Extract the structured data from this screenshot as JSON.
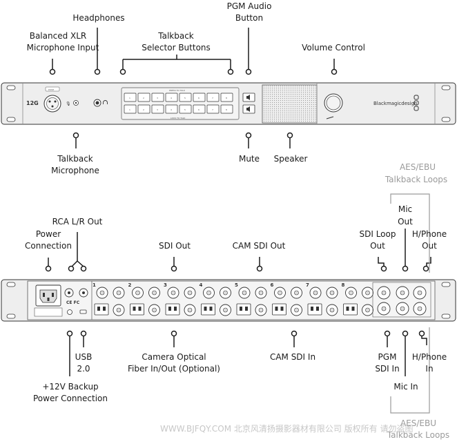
{
  "front_labels": {
    "pgm_audio_button": [
      "PGM Audio",
      "Button"
    ],
    "headphones": [
      "Headphones"
    ],
    "balanced_xlr": [
      "Balanced XLR",
      "Microphone Input"
    ],
    "talkback_selector": [
      "Talkback",
      "Selector Buttons"
    ],
    "volume_control": [
      "Volume Control"
    ],
    "talkback_mic": [
      "Talkback",
      "Microphone"
    ],
    "mute": [
      "Mute"
    ],
    "speaker": [
      "Speaker"
    ]
  },
  "rear_labels": {
    "aes_ebu_top": [
      "AES/EBU",
      "Talkback Loops"
    ],
    "mic_out": [
      "Mic",
      "Out"
    ],
    "rca_out": [
      "RCA L/R Out"
    ],
    "sdi_loop_out": [
      "SDI Loop",
      "Out"
    ],
    "hphone_out": [
      "H/Phone",
      "Out"
    ],
    "power": [
      "Power",
      "Connection"
    ],
    "sdi_out": [
      "SDI Out"
    ],
    "cam_sdi_out": [
      "CAM SDI Out"
    ],
    "usb": [
      "USB",
      "2.0"
    ],
    "camera_optical": [
      "Camera Optical",
      "Fiber In/Out (Optional)"
    ],
    "cam_sdi_in": [
      "CAM SDI In"
    ],
    "pgm_sdi_in": [
      "PGM",
      "SDI In"
    ],
    "hphone_in": [
      "H/Phone",
      "In"
    ],
    "backup_power": [
      "+12V Backup",
      "Power Connection"
    ],
    "mic_in": [
      "Mic In"
    ],
    "aes_ebu_bottom": [
      "AES/EBU",
      "Talkback Loops"
    ]
  },
  "panel_text": {
    "model": "12G",
    "brand": "Blackmagicdesign",
    "push": "PUSH",
    "press_to_talk": "PRESS TO TALK",
    "lock_to_talk": "LOCK TO TALK",
    "channel_numbers": [
      "1",
      "2",
      "3",
      "4",
      "5",
      "6",
      "7",
      "8"
    ]
  },
  "watermark": "WWW.BJFQY.COM 北京风清扬摄影器材有限公司 版权所有 请勿盗图",
  "colors": {
    "panel_fill": "#eeeeee",
    "outline": "#333333",
    "label_text": "#1a1a1a",
    "muted_label": "#9a9a9a",
    "watermark": "#c7c7c7"
  }
}
